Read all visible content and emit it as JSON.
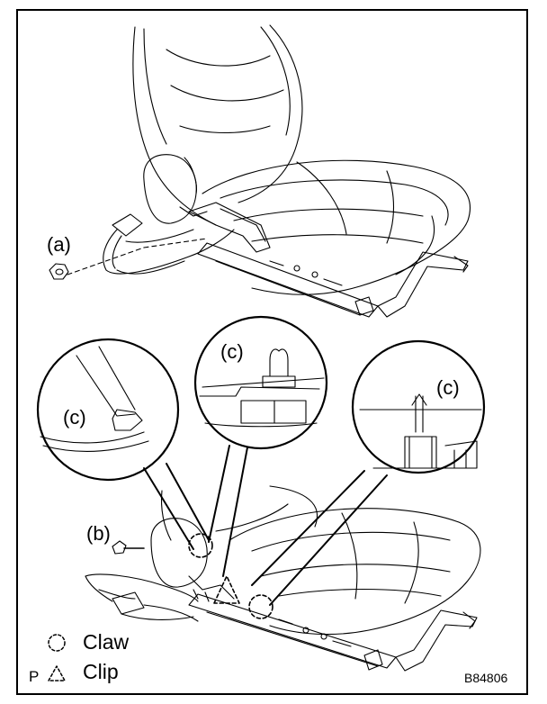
{
  "labels": {
    "a": "(a)",
    "b": "(b)",
    "c_left": "(c)",
    "c_mid": "(c)",
    "c_right": "(c)"
  },
  "legend": {
    "claw": "Claw",
    "clip": "Clip",
    "p": "P"
  },
  "figure_code": "B84806"
}
